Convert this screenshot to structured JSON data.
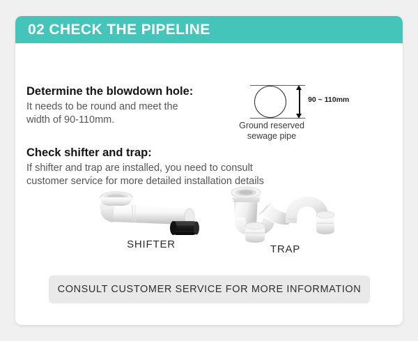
{
  "header": {
    "title": "02 CHECK THE PIPELINE",
    "bar_color": "#45c4b9",
    "text_color": "#ffffff"
  },
  "sections": [
    {
      "heading": "Determine the blowdown hole:",
      "body": "It needs to be round and meet the\nwidth of 90-110mm."
    },
    {
      "heading": "Check shifter and trap:",
      "body": "If shifter and trap are installed, you need to consult\ncustomer service for more detailed installation details"
    }
  ],
  "diagram": {
    "dimension_label": "90 ~ 110mm",
    "caption": "Ground reserved\nsewage pipe"
  },
  "products": [
    {
      "label": "SHIFTER"
    },
    {
      "label": "TRAP"
    }
  ],
  "cta": {
    "label": "CONSULT CUSTOMER SERVICE FOR MORE INFORMATION",
    "background": "#e9e9e9"
  }
}
